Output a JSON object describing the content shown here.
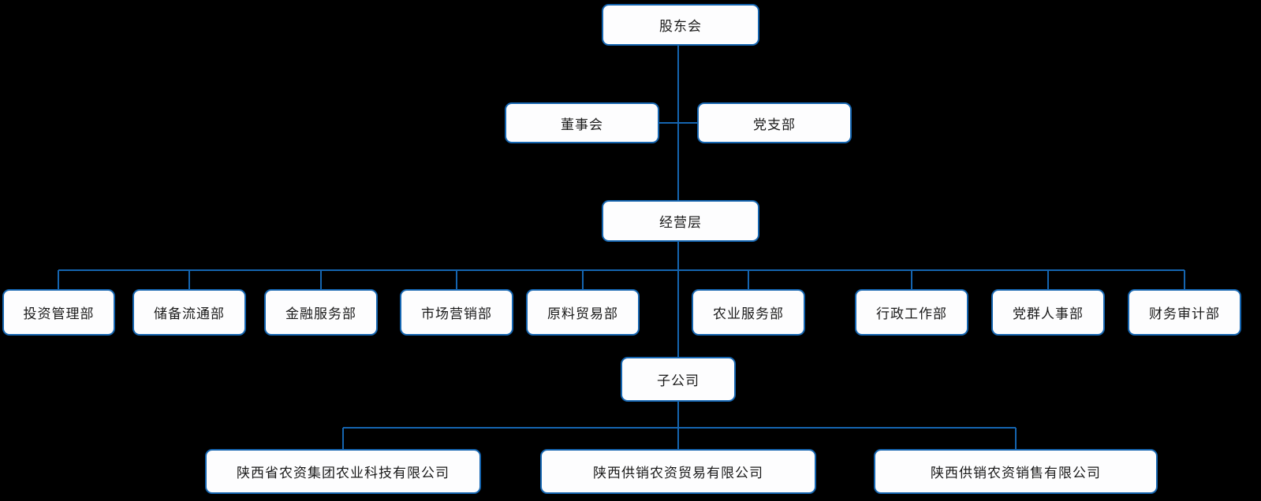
{
  "org_chart": {
    "type": "org-tree",
    "colors": {
      "background": "#000000",
      "box_fill": "#fdfdfe",
      "box_border": "#1565b0",
      "connector_line": "#1565b0",
      "text": "#1a1a1a"
    },
    "nodes": {
      "shareholders": "股东会",
      "board": "董事会",
      "party_branch": "党支部",
      "management": "经营层",
      "departments": [
        "投资管理部",
        "储备流通部",
        "金融服务部",
        "市场营销部",
        "原料贸易部",
        "农业服务部",
        "行政工作部",
        "党群人事部",
        "财务审计部"
      ],
      "subsidiaries_label": "子公司",
      "subsidiaries": [
        "陕西省农资集团农业科技有限公司",
        "陕西供销农资贸易有限公司",
        "陕西供销农资销售有限公司"
      ]
    },
    "hierarchy": [
      {
        "parent": "股东会",
        "children": [
          "董事会",
          "党支部",
          "经营层"
        ]
      },
      {
        "parent": "经营层",
        "children": [
          "投资管理部",
          "储备流通部",
          "金融服务部",
          "市场营销部",
          "原料贸易部",
          "农业服务部",
          "行政工作部",
          "党群人事部",
          "财务审计部",
          "子公司"
        ]
      },
      {
        "parent": "子公司",
        "children": [
          "陕西省农资集团农业科技有限公司",
          "陕西供销农资贸易有限公司",
          "陕西供销农资销售有限公司"
        ]
      }
    ]
  }
}
